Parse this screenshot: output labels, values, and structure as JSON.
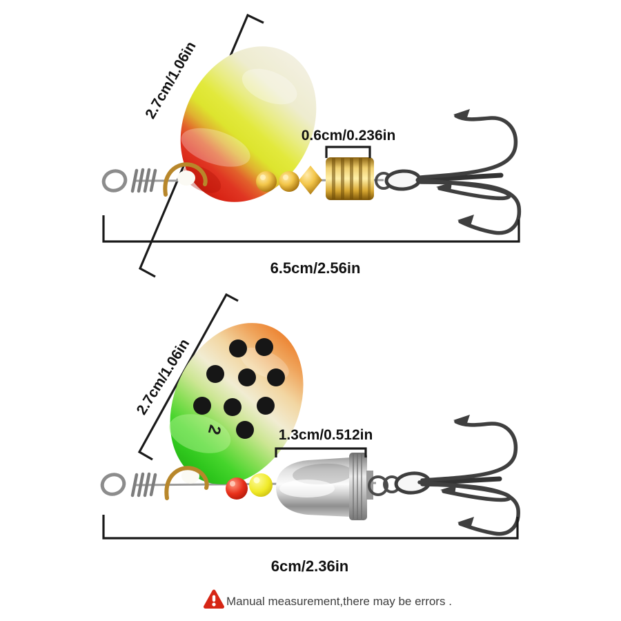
{
  "annotations": {
    "lure1": {
      "blade_length_label": "2.7cm/1.06in",
      "body_length_label": "0.6cm/0.236in",
      "total_length_label": "6.5cm/2.56in"
    },
    "lure2": {
      "blade_length_label": "2.7cm/1.06in",
      "body_length_label": "1.3cm/0.512in",
      "total_length_label": "6cm/2.36in",
      "blade_number": "2"
    }
  },
  "footer": {
    "icon": "warning-triangle",
    "text": "Manual measurement,there may be errors ."
  },
  "colors": {
    "background": "#ffffff",
    "annotation": "#1a1a1a",
    "warning_red": "#d62615",
    "footer_text": "#3d3d3d",
    "gold": "#c9952c",
    "silver": "#bfbfbf",
    "hook_metal": "#3f3f3f",
    "blade1_white": "#f2efe0",
    "blade1_yellow": "#e2e93c",
    "blade1_red": "#df3020",
    "blade2_orange": "#ec7e2b",
    "blade2_cream": "#f1ecd2",
    "blade2_green": "#35d022",
    "dot_black": "#161616",
    "bead_red": "#e8301a",
    "bead_yellow": "#f0ea28"
  }
}
